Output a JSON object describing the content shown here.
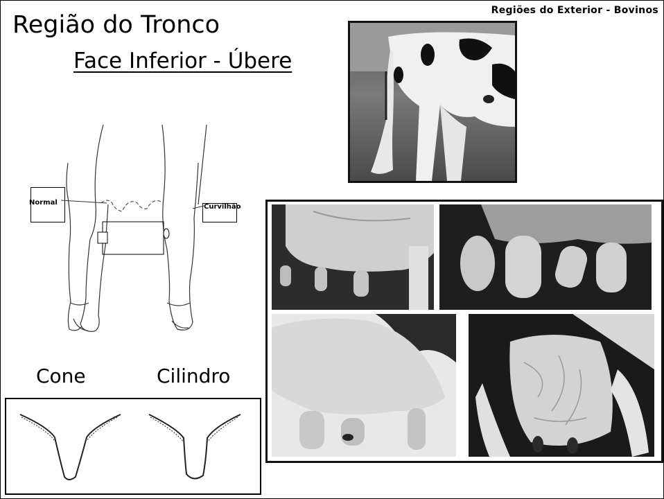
{
  "header": {
    "course_title": "Regiões do Exterior - Bovinos"
  },
  "slide": {
    "title": "Região do Tronco",
    "subtitle": "Face Inferior - Úbere"
  },
  "diagram": {
    "label_left": "Normal",
    "label_right": "Curvilhão"
  },
  "teat_shapes": {
    "left_label": "Cone",
    "right_label": "Cilindro"
  },
  "photos": {
    "top": "cow-rear-view-photo",
    "grid": [
      "udder-photo-1",
      "udder-photo-2",
      "udder-photo-3",
      "udder-photo-4"
    ]
  },
  "colors": {
    "border": "#000000",
    "background": "#ffffff"
  }
}
